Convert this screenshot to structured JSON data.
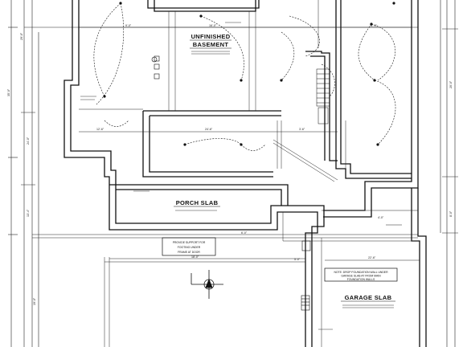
{
  "rooms": {
    "unfinished_line1": "UNFINISHED",
    "unfinished_line2": "BASEMENT",
    "porch": "PORCH SLAB",
    "garage": "GARAGE SLAB"
  },
  "notes": {
    "footing_line1": "PROVIDE SUPPORT FOR",
    "footing_line2": "FOOTING UNDER",
    "footing_line3": "FRAME AT DOOR",
    "garage_line1": "NOTE: DROP FOUNDATION WALL UNDER",
    "garage_line2": "GARAGE SLAB AT FROM MAIN",
    "garage_line3": "FOUNDATION WALLS"
  },
  "dimensions": {
    "d1": "35'-0\"",
    "d2": "29'-0\"",
    "d3": "24'-0\"",
    "d4": "13'-4\"",
    "d5": "9'-0\"",
    "d6": "16'-0\"",
    "d7": "11'-6\"",
    "d8": "24'-6\"",
    "d9": "12'-6\"",
    "d10": "3'-6\"",
    "d11": "6'-0\"",
    "d12": "4'-0\"",
    "d13": "18'-0\"",
    "d14": "19'-0\"",
    "d15": "20'-0\"",
    "d16": "8'-0\"",
    "d17": "5'-0\"",
    "d18": "22'-6\""
  }
}
